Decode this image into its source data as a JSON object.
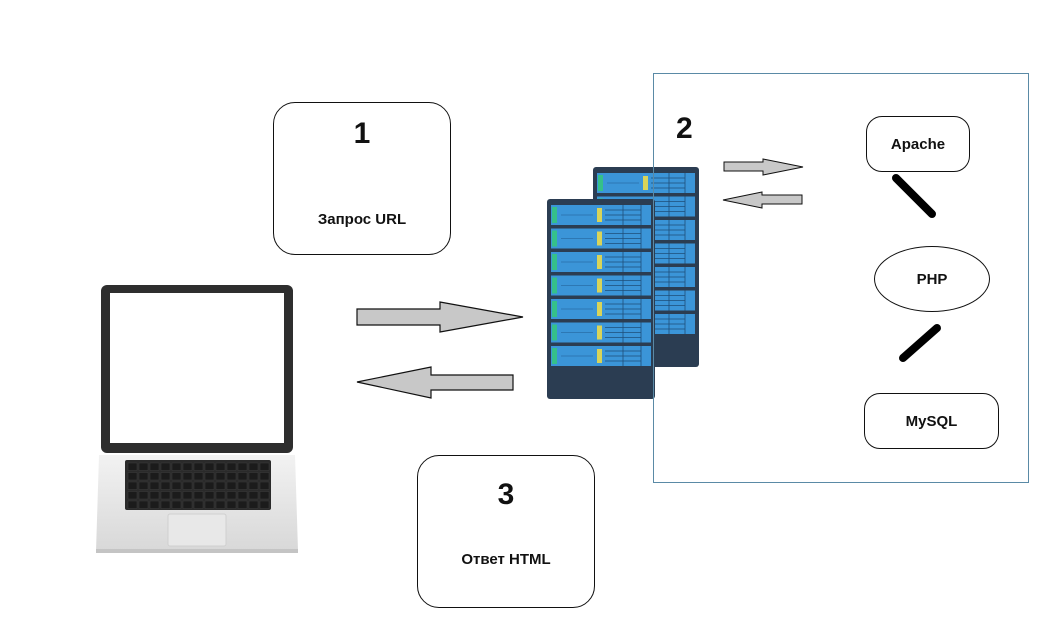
{
  "diagram": {
    "steps": [
      {
        "number": "1",
        "label": "Запрос URL"
      },
      {
        "number": "2",
        "label": ""
      },
      {
        "number": "3",
        "label": "Ответ HTML"
      }
    ],
    "server_components": [
      {
        "name": "Apache",
        "shape": "rounded-rect"
      },
      {
        "name": "PHP",
        "shape": "ellipse"
      },
      {
        "name": "MySQL",
        "shape": "rounded-rect"
      }
    ],
    "flows": [
      {
        "from": "laptop",
        "to": "server",
        "direction": "right"
      },
      {
        "from": "server",
        "to": "laptop",
        "direction": "left"
      },
      {
        "from": "server",
        "to": "apache",
        "direction": "right"
      },
      {
        "from": "apache",
        "to": "server",
        "direction": "left"
      }
    ],
    "icons": {
      "client": "laptop-icon",
      "server": "server-rack-icon"
    },
    "colors": {
      "arrow_fill": "#c8c8c8",
      "frame_border": "#5a8aa6",
      "rack_dark": "#2b3d52",
      "rack_blue": "#3b95d8",
      "rack_green": "#35c08a",
      "rack_yellow": "#d8d45a"
    }
  }
}
